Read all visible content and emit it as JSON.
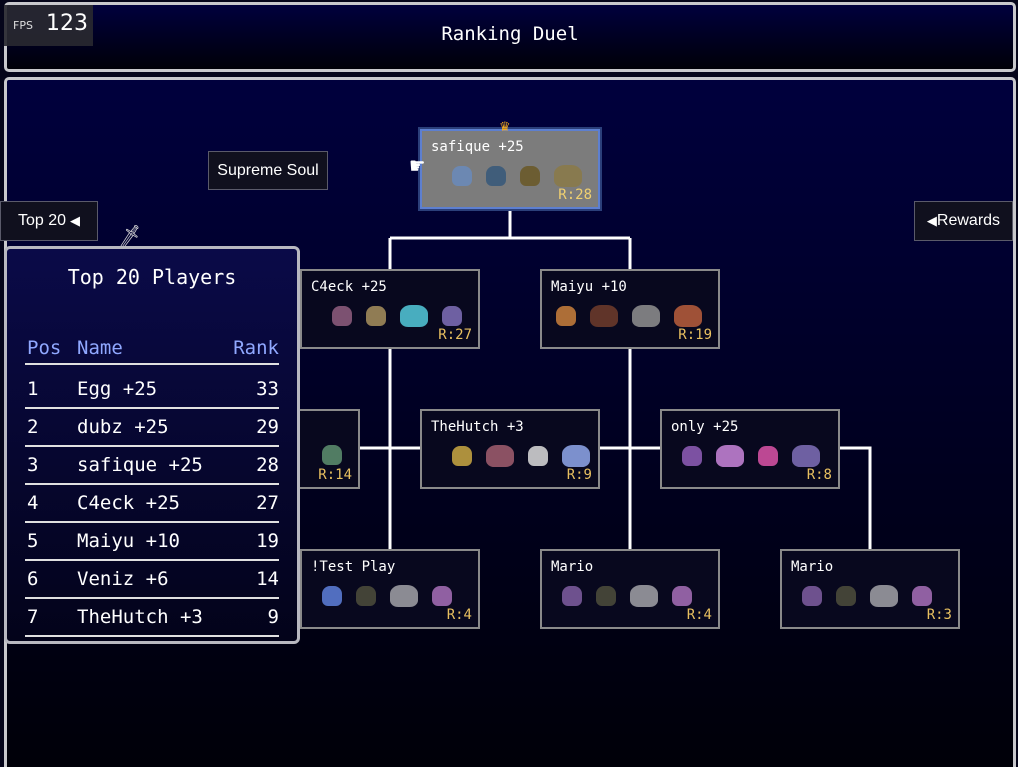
{
  "fps": {
    "label": "FPS",
    "value": "123"
  },
  "title": "Ranking Duel",
  "buttons": {
    "supreme": "Supreme Soul",
    "top20": "Top 20",
    "rewards": "Rewards"
  },
  "leaderboard": {
    "title": "Top 20 Players",
    "headers": {
      "pos": "Pos",
      "name": "Name",
      "rank": "Rank"
    },
    "rows": [
      {
        "pos": "1",
        "name": "Egg +25",
        "rank": "33"
      },
      {
        "pos": "2",
        "name": "dubz +25",
        "rank": "29"
      },
      {
        "pos": "3",
        "name": "safique +25",
        "rank": "28"
      },
      {
        "pos": "4",
        "name": "C4eck +25",
        "rank": "27"
      },
      {
        "pos": "5",
        "name": "Maiyu +10",
        "rank": "19"
      },
      {
        "pos": "6",
        "name": "Veniz +6",
        "rank": "14"
      },
      {
        "pos": "7",
        "name": "TheHutch +3",
        "rank": "9"
      }
    ]
  },
  "bracket": {
    "champion": {
      "name": "safique +25",
      "rank": "R:28"
    },
    "n_c4eck": {
      "name": "C4eck +25",
      "rank": "R:27"
    },
    "n_maiyu": {
      "name": "Maiyu +10",
      "rank": "R:19"
    },
    "n_veniz": {
      "name": "",
      "rank": "R:14"
    },
    "n_hutch": {
      "name": "TheHutch +3",
      "rank": "R:9"
    },
    "n_only": {
      "name": "only +25",
      "rank": "R:8"
    },
    "n_test": {
      "name": "!Test Play",
      "rank": "R:4"
    },
    "n_mario1": {
      "name": "Mario",
      "rank": "R:4"
    },
    "n_mario2": {
      "name": "Mario",
      "rank": "R:3"
    }
  },
  "colors": {
    "rank": "#e8c060",
    "header": "#90a8ff",
    "frame": "#c8c8cc"
  }
}
